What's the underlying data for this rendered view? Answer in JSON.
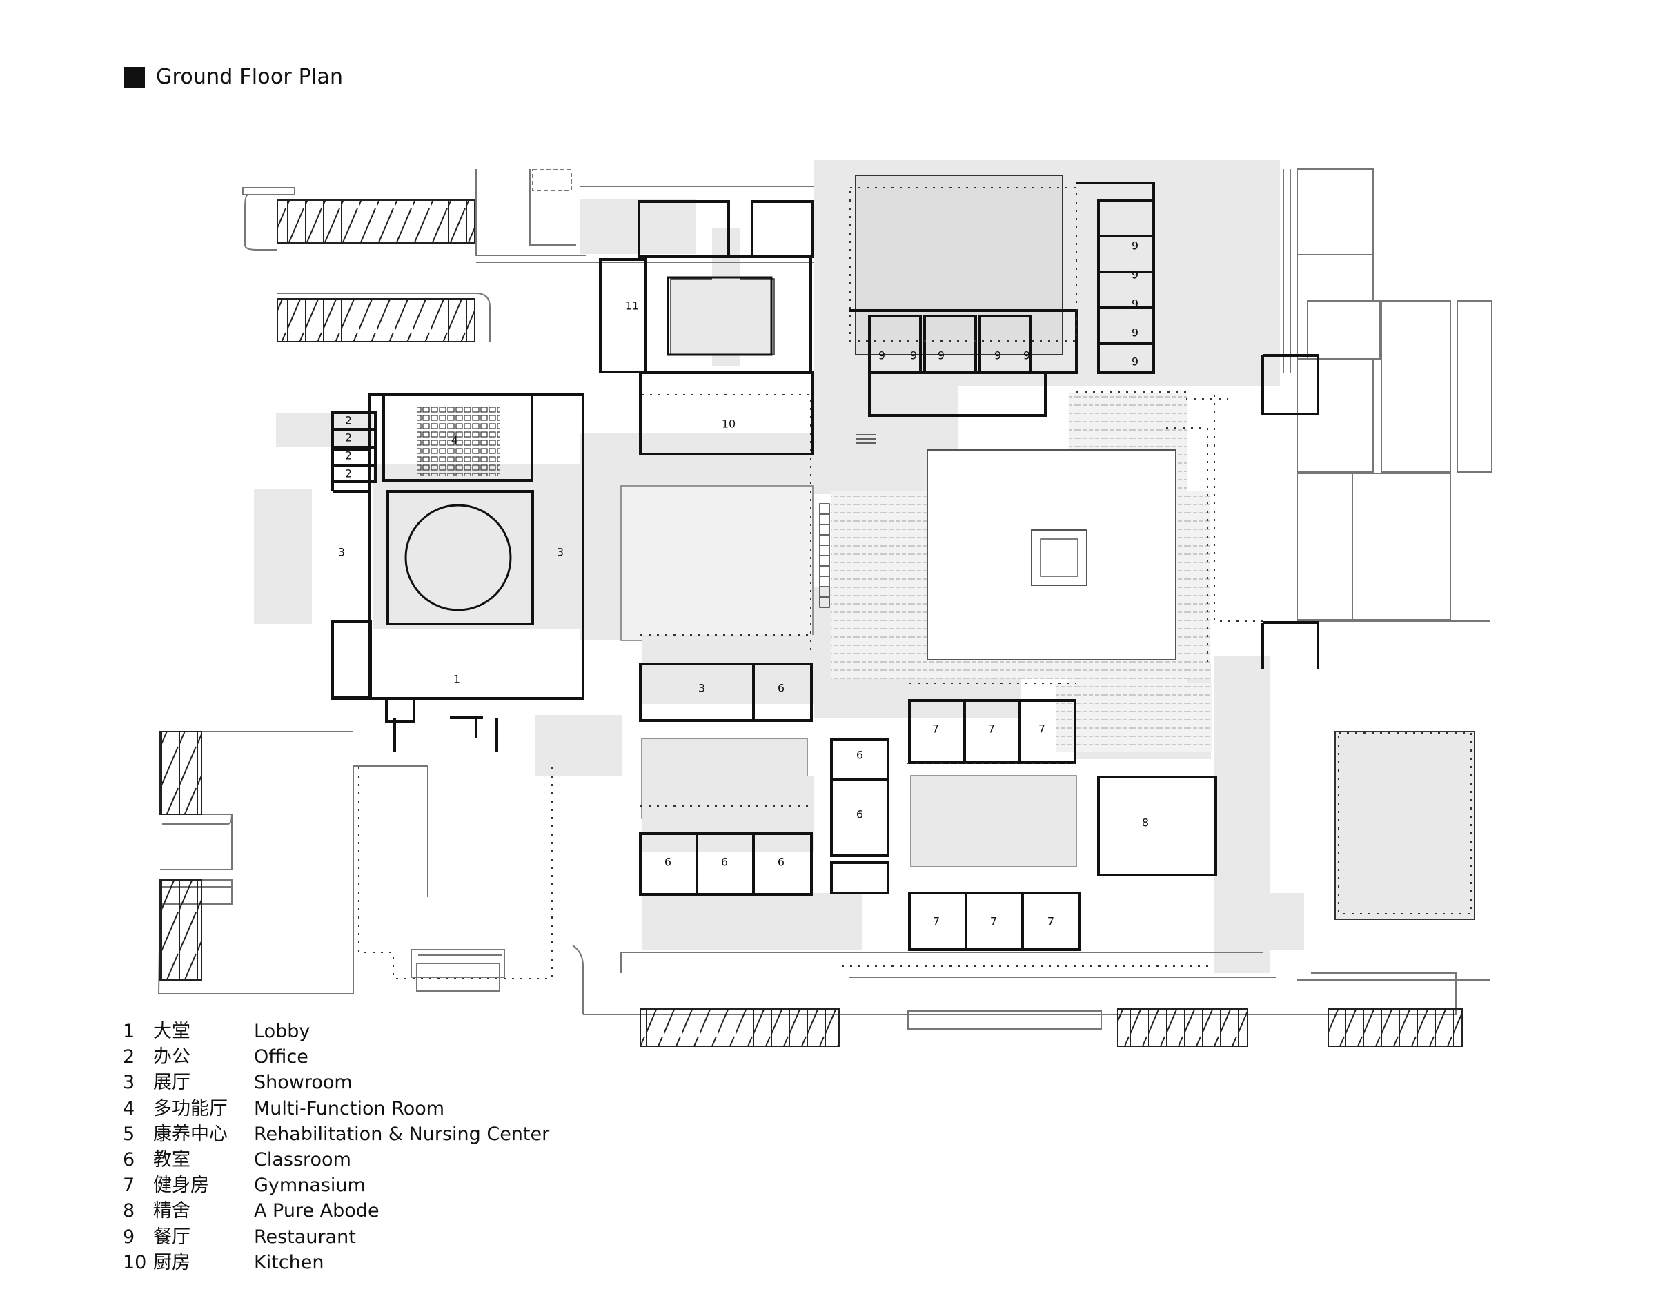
{
  "title": "Ground Floor Plan",
  "colors": {
    "fill": "#e9e9e9",
    "wall": "#111111",
    "line": "#777777"
  },
  "room_labels": [
    {
      "id": "lobby",
      "num": "1"
    },
    {
      "id": "office-a",
      "num": "2"
    },
    {
      "id": "office-b",
      "num": "2"
    },
    {
      "id": "office-c",
      "num": "2"
    },
    {
      "id": "office-d",
      "num": "2"
    },
    {
      "id": "showroom-w",
      "num": "3"
    },
    {
      "id": "showroom-e",
      "num": "3"
    },
    {
      "id": "showroom-s",
      "num": "3"
    },
    {
      "id": "multi-function",
      "num": "4"
    },
    {
      "id": "class-a",
      "num": "6"
    },
    {
      "id": "class-b",
      "num": "6"
    },
    {
      "id": "class-c",
      "num": "6"
    },
    {
      "id": "class-d",
      "num": "6"
    },
    {
      "id": "class-e",
      "num": "6"
    },
    {
      "id": "class-f",
      "num": "6"
    },
    {
      "id": "gym-a",
      "num": "7"
    },
    {
      "id": "gym-b",
      "num": "7"
    },
    {
      "id": "gym-c",
      "num": "7"
    },
    {
      "id": "gym-d",
      "num": "7"
    },
    {
      "id": "gym-e",
      "num": "7"
    },
    {
      "id": "gym-f",
      "num": "7"
    },
    {
      "id": "abode",
      "num": "8"
    },
    {
      "id": "rest-a",
      "num": "9"
    },
    {
      "id": "rest-b",
      "num": "9"
    },
    {
      "id": "rest-c",
      "num": "9"
    },
    {
      "id": "rest-d",
      "num": "9"
    },
    {
      "id": "rest-e",
      "num": "9"
    },
    {
      "id": "rest-f",
      "num": "9"
    },
    {
      "id": "rest-g",
      "num": "9"
    },
    {
      "id": "rest-h",
      "num": "9"
    },
    {
      "id": "rest-i",
      "num": "9"
    },
    {
      "id": "rest-j",
      "num": "9"
    },
    {
      "id": "kitchen",
      "num": "10"
    },
    {
      "id": "room-11",
      "num": "11"
    }
  ],
  "legend": [
    {
      "num": "1",
      "cn": "大堂",
      "en": "Lobby"
    },
    {
      "num": "2",
      "cn": "办公",
      "en": "Office"
    },
    {
      "num": "3",
      "cn": "展厅",
      "en": "Showroom"
    },
    {
      "num": "4",
      "cn": "多功能厅",
      "en": "Multi-Function Room"
    },
    {
      "num": "5",
      "cn": "康养中心",
      "en": "Rehabilitation & Nursing Center"
    },
    {
      "num": "6",
      "cn": "教室",
      "en": "Classroom"
    },
    {
      "num": "7",
      "cn": "健身房",
      "en": "Gymnasium"
    },
    {
      "num": "8",
      "cn": "精舍",
      "en": "A Pure Abode"
    },
    {
      "num": "9",
      "cn": "餐厅",
      "en": "Restaurant"
    },
    {
      "num": "10",
      "cn": "厨房",
      "en": "Kitchen"
    }
  ]
}
